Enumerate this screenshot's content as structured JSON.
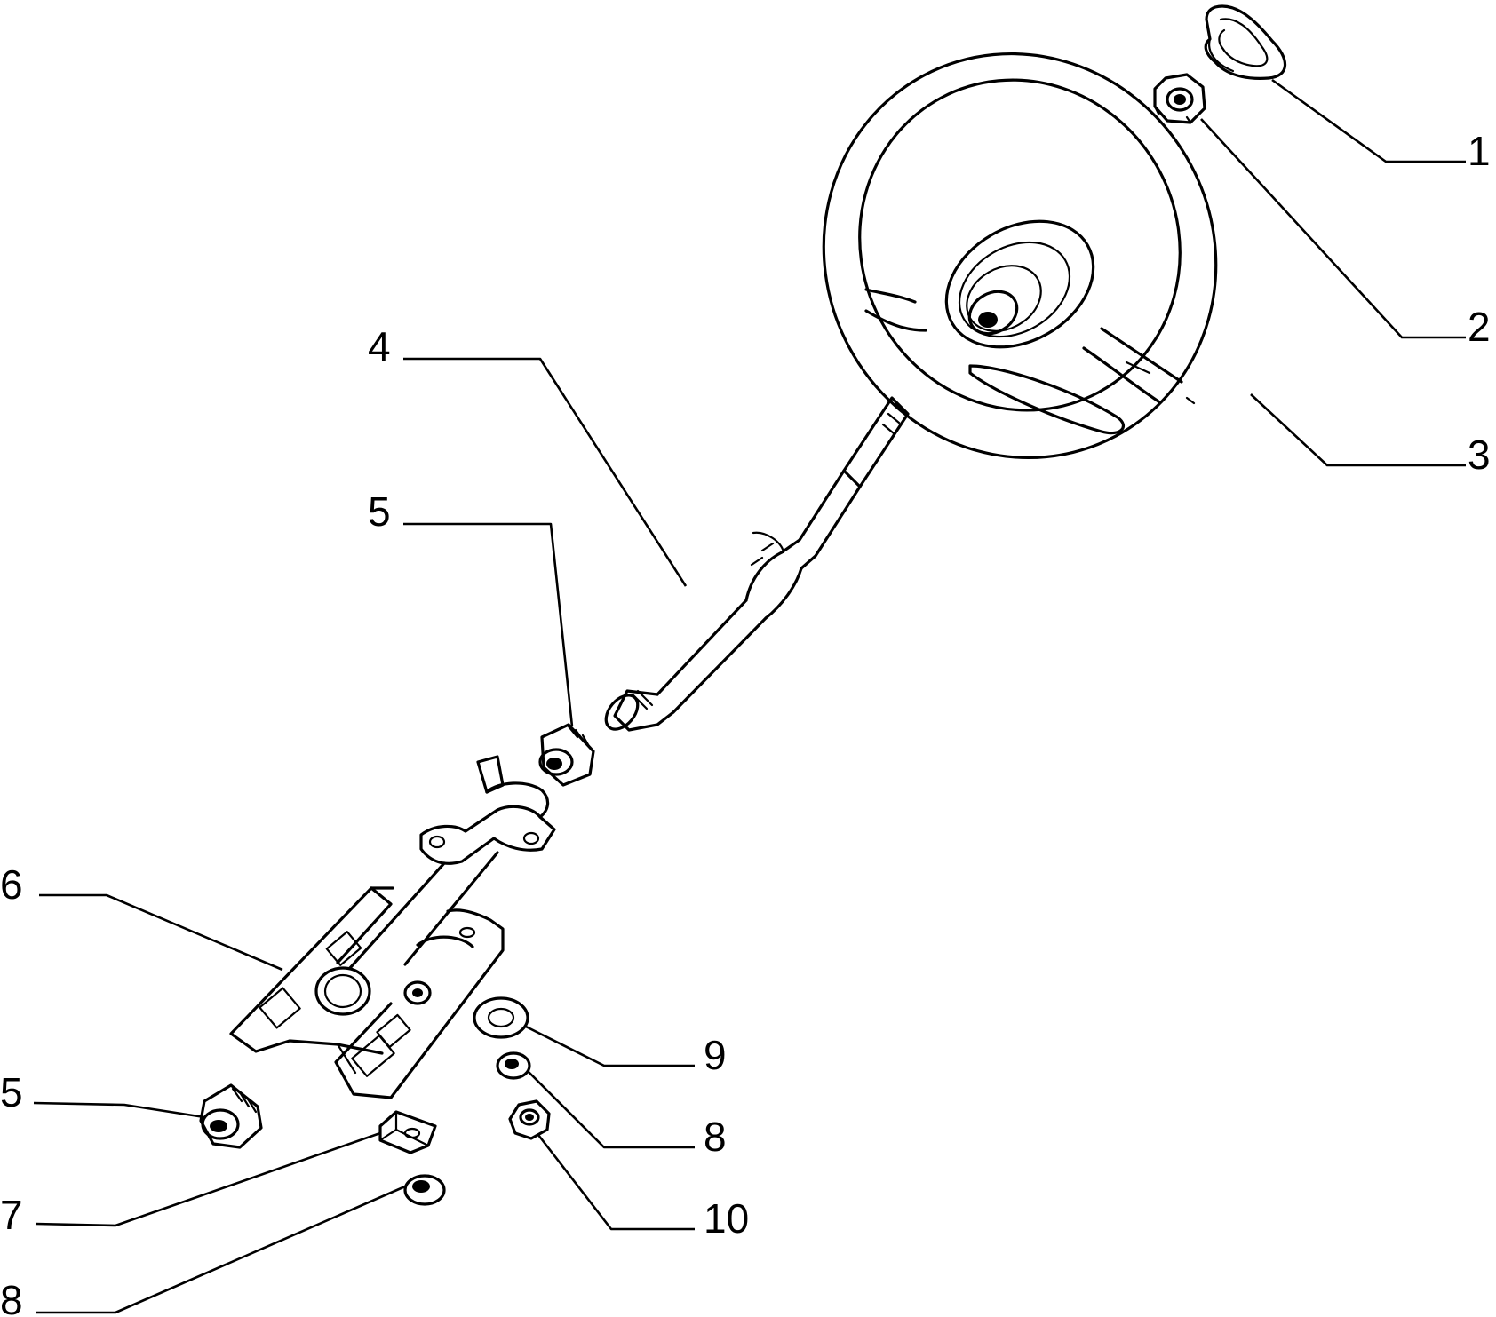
{
  "callouts": [
    {
      "id": "1",
      "label": "1"
    },
    {
      "id": "2",
      "label": "2"
    },
    {
      "id": "3",
      "label": "3"
    },
    {
      "id": "4",
      "label": "4"
    },
    {
      "id": "5a",
      "label": "5"
    },
    {
      "id": "6",
      "label": "6"
    },
    {
      "id": "5b",
      "label": "5"
    },
    {
      "id": "7",
      "label": "7"
    },
    {
      "id": "8a",
      "label": "8"
    },
    {
      "id": "9",
      "label": "9"
    },
    {
      "id": "8b",
      "label": "8"
    },
    {
      "id": "10",
      "label": "10"
    }
  ],
  "parts": {
    "horn_cap": "horn-cap",
    "wheel_nut": "wheel-nut",
    "steering_wheel": "steering-wheel",
    "steering_shaft": "steering-shaft",
    "upper_bushing": "bushing",
    "column_bracket": "column-support-bracket",
    "lower_bushing": "bushing",
    "clip_nut": "clip-nut",
    "lock_washer": "spring-washer",
    "flat_washer": "flat-washer",
    "hex_nut": "hex-nut"
  }
}
